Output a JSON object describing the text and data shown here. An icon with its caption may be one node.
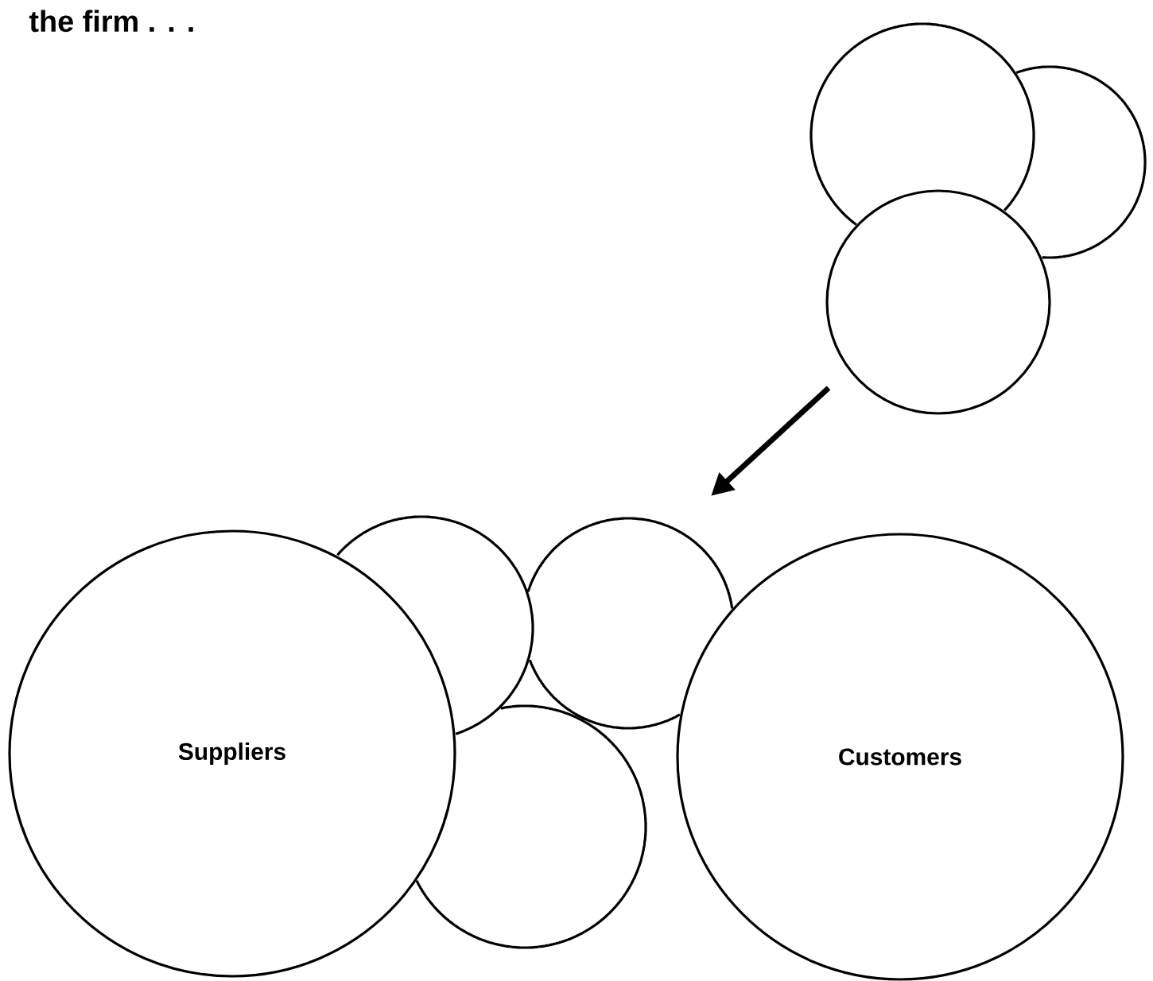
{
  "diagram": {
    "title": "the firm . . .",
    "nodes": [
      {
        "text": [],
        "shape": "circle"
      },
      {
        "text": [],
        "shape": "circle"
      },
      {
        "text": [],
        "shape": "circle"
      },
      {
        "text": [],
        "shape": "circle"
      },
      {
        "text": [],
        "shape": "circle"
      },
      {
        "text": [
          "Suppliers"
        ]
      },
      {
        "text": [
          "Customers"
        ]
      },
      {
        "text": [],
        "shape": "circle"
      }
    ]
  }
}
